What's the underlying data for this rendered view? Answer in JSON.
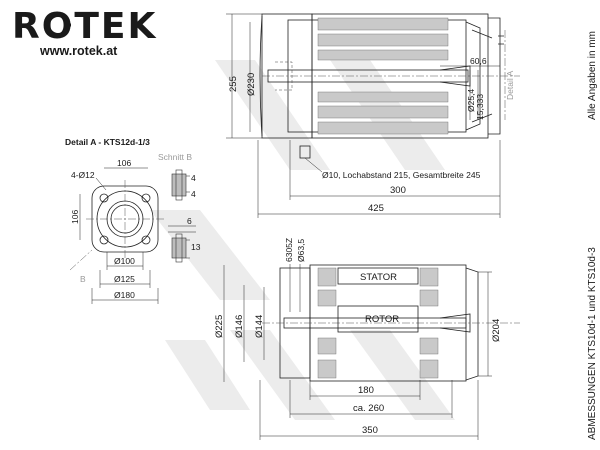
{
  "brand": {
    "logo_text": "ROTEK",
    "url": "www.rotek.at"
  },
  "notes": {
    "units": "Alle Angaben in mm",
    "title": "ABMESSUNGEN KTS10d-1 und KTS10d-3"
  },
  "detail": {
    "title": "Detail A - KTS12d-1/3",
    "section_label": "Schnitt B",
    "holes": "4-Ø12",
    "d106_top": "106",
    "d106_left": "106",
    "d100": "Ø100",
    "d125": "Ø125",
    "d180": "Ø180",
    "dim4a": "4",
    "dim4b": "4",
    "dim6": "6",
    "dim13": "13",
    "marker_b": "B"
  },
  "top_view": {
    "d255": "255",
    "d230": "Ø230",
    "d60_6": "60,6",
    "d25_4": "Ø25,4",
    "d15_333": "15,333",
    "detail_label": "Detail A",
    "note_holes": "Ø10, Lochabstand 215, Gesamtbreite 245",
    "d300": "300",
    "d425": "425"
  },
  "bottom_view": {
    "bearing": "6305Z",
    "d63_5": "Ø63,5",
    "stator": "STATOR",
    "rotor": "ROTOR",
    "d225": "Ø225",
    "d146": "Ø146",
    "d144": "Ø144",
    "d204": "Ø204",
    "d180": "180",
    "d260": "ca. 260",
    "d350": "350"
  }
}
